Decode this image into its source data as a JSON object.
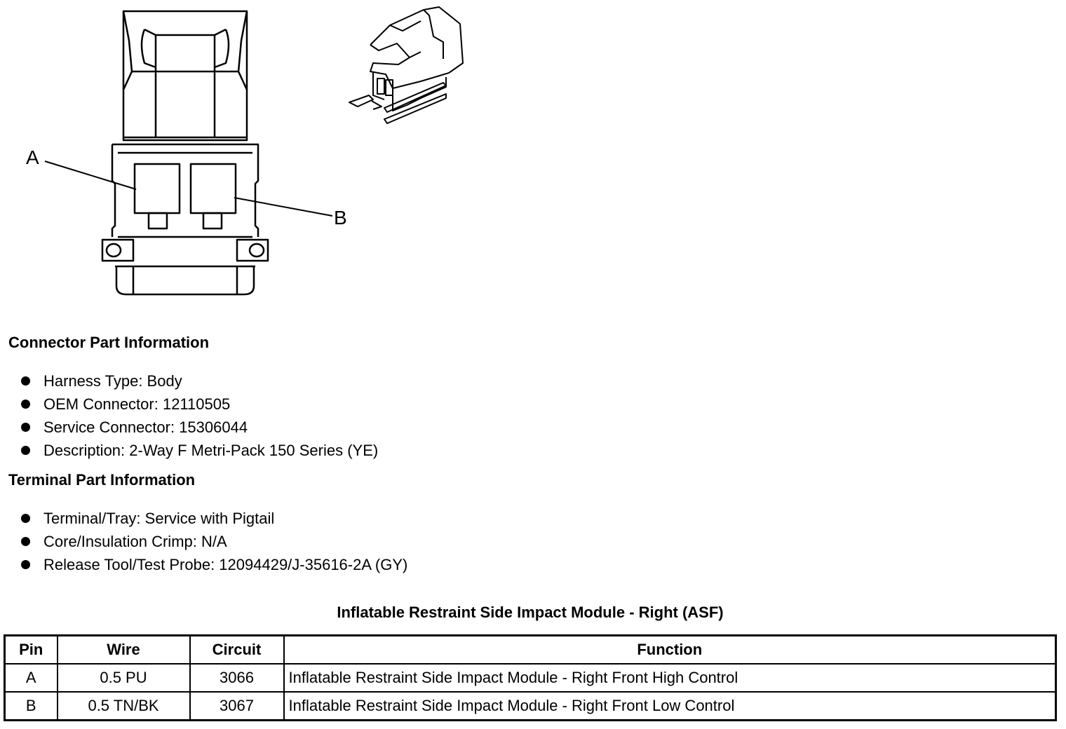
{
  "diagram": {
    "terminal_labels": [
      "A",
      "B"
    ]
  },
  "connector_info": {
    "title": "Connector Part Information",
    "items": [
      "Harness Type: Body",
      "OEM Connector: 12110505",
      "Service Connector: 15306044",
      "Description: 2-Way F Metri-Pack 150 Series (YE)"
    ]
  },
  "terminal_info": {
    "title": "Terminal Part Information",
    "items": [
      "Terminal/Tray: Service with Pigtail",
      "Core/Insulation Crimp: N/A",
      "Release Tool/Test Probe: 12094429/J-35616-2A (GY)"
    ]
  },
  "table": {
    "title": "Inflatable Restraint Side Impact Module - Right (ASF)",
    "headers": [
      "Pin",
      "Wire",
      "Circuit",
      "Function"
    ],
    "rows": [
      [
        "A",
        "0.5 PU",
        "3066",
        "Inflatable Restraint Side Impact Module - Right Front High Control"
      ],
      [
        "B",
        "0.5 TN/BK",
        "3067",
        "Inflatable Restraint Side Impact Module - Right Front Low Control"
      ]
    ]
  }
}
